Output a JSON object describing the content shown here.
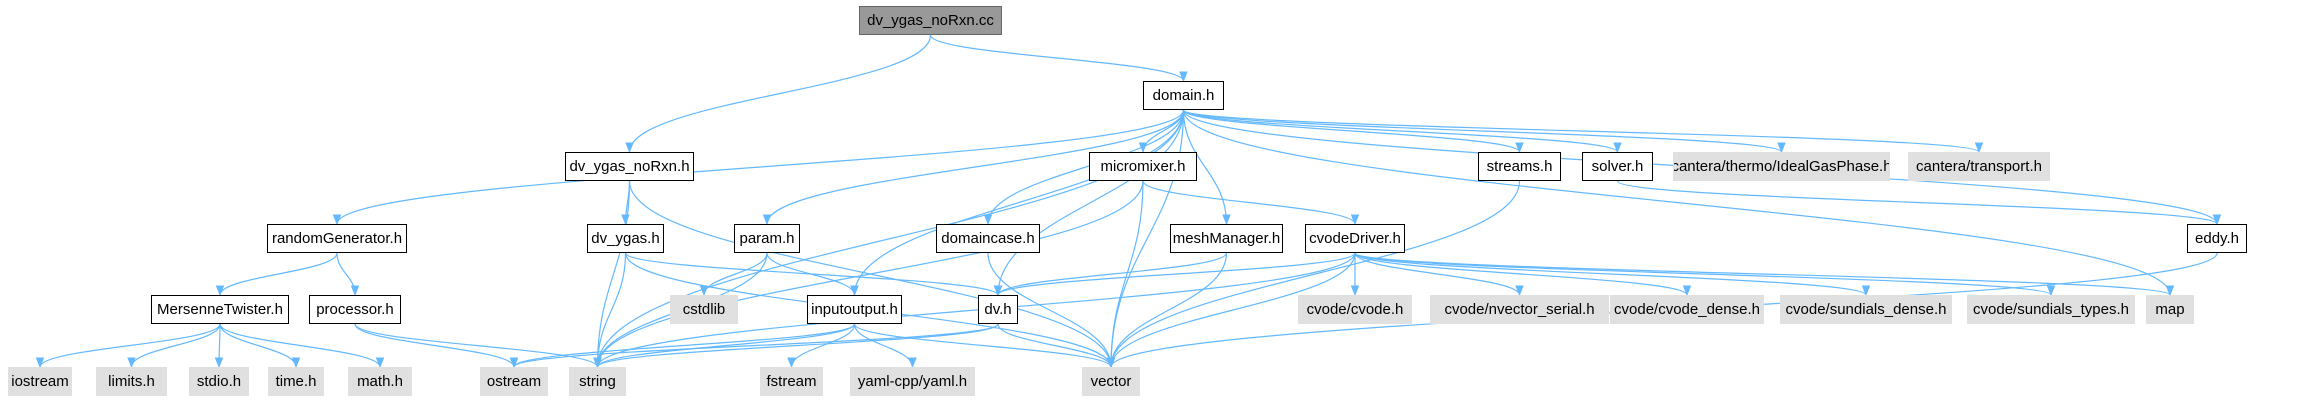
{
  "title": "dv_ygas_noRxn.cc",
  "colors": {
    "edge": "#63b8ff",
    "root_fill": "#999999",
    "external_fill": "#e0e0e0",
    "node_border": "#000000"
  },
  "nodes": [
    {
      "id": "root",
      "label": "dv_ygas_noRxn.cc",
      "kind": "root"
    },
    {
      "id": "domain",
      "label": "domain.h",
      "kind": "internal"
    },
    {
      "id": "dv_ygas_noRxn",
      "label": "dv_ygas_noRxn.h",
      "kind": "internal"
    },
    {
      "id": "micromixer",
      "label": "micromixer.h",
      "kind": "internal"
    },
    {
      "id": "streams",
      "label": "streams.h",
      "kind": "internal"
    },
    {
      "id": "solver",
      "label": "solver.h",
      "kind": "internal"
    },
    {
      "id": "idealgas",
      "label": "cantera/thermo/IdealGasPhase.h",
      "kind": "external"
    },
    {
      "id": "transport",
      "label": "cantera/transport.h",
      "kind": "external"
    },
    {
      "id": "randomGenerator",
      "label": "randomGenerator.h",
      "kind": "internal"
    },
    {
      "id": "dv_ygas",
      "label": "dv_ygas.h",
      "kind": "internal"
    },
    {
      "id": "param",
      "label": "param.h",
      "kind": "internal"
    },
    {
      "id": "domaincase",
      "label": "domaincase.h",
      "kind": "internal"
    },
    {
      "id": "meshManager",
      "label": "meshManager.h",
      "kind": "internal"
    },
    {
      "id": "cvodeDriver",
      "label": "cvodeDriver.h",
      "kind": "internal"
    },
    {
      "id": "eddy",
      "label": "eddy.h",
      "kind": "internal"
    },
    {
      "id": "MersenneTwister",
      "label": "MersenneTwister.h",
      "kind": "internal"
    },
    {
      "id": "processor",
      "label": "processor.h",
      "kind": "internal"
    },
    {
      "id": "cstdlib",
      "label": "cstdlib",
      "kind": "external"
    },
    {
      "id": "inputoutput",
      "label": "inputoutput.h",
      "kind": "internal"
    },
    {
      "id": "dv",
      "label": "dv.h",
      "kind": "internal"
    },
    {
      "id": "cvode_cvode",
      "label": "cvode/cvode.h",
      "kind": "external"
    },
    {
      "id": "nvector_serial",
      "label": "cvode/nvector_serial.h",
      "kind": "external"
    },
    {
      "id": "cvode_dense",
      "label": "cvode/cvode_dense.h",
      "kind": "external"
    },
    {
      "id": "sundials_dense",
      "label": "cvode/sundials_dense.h",
      "kind": "external"
    },
    {
      "id": "sundials_types",
      "label": "cvode/sundials_types.h",
      "kind": "external"
    },
    {
      "id": "map",
      "label": "map",
      "kind": "external"
    },
    {
      "id": "iostream",
      "label": "iostream",
      "kind": "external"
    },
    {
      "id": "limits",
      "label": "limits.h",
      "kind": "external"
    },
    {
      "id": "stdio",
      "label": "stdio.h",
      "kind": "external"
    },
    {
      "id": "time",
      "label": "time.h",
      "kind": "external"
    },
    {
      "id": "math",
      "label": "math.h",
      "kind": "external"
    },
    {
      "id": "ostream",
      "label": "ostream",
      "kind": "external"
    },
    {
      "id": "string",
      "label": "string",
      "kind": "external"
    },
    {
      "id": "fstream",
      "label": "fstream",
      "kind": "external"
    },
    {
      "id": "yaml",
      "label": "yaml-cpp/yaml.h",
      "kind": "external"
    },
    {
      "id": "vector",
      "label": "vector",
      "kind": "external"
    }
  ],
  "edges": [
    [
      "root",
      "domain"
    ],
    [
      "root",
      "dv_ygas_noRxn"
    ],
    [
      "domain",
      "randomGenerator"
    ],
    [
      "domain",
      "string"
    ],
    [
      "domain",
      "param"
    ],
    [
      "domain",
      "inputoutput"
    ],
    [
      "domain",
      "dv"
    ],
    [
      "domain",
      "domaincase"
    ],
    [
      "domain",
      "micromixer"
    ],
    [
      "domain",
      "meshManager"
    ],
    [
      "domain",
      "streams"
    ],
    [
      "domain",
      "solver"
    ],
    [
      "domain",
      "idealgas"
    ],
    [
      "domain",
      "transport"
    ],
    [
      "domain",
      "eddy"
    ],
    [
      "domain",
      "vector"
    ],
    [
      "domain",
      "map"
    ],
    [
      "dv_ygas_noRxn",
      "dv_ygas"
    ],
    [
      "dv_ygas_noRxn",
      "string"
    ],
    [
      "dv_ygas_noRxn",
      "vector"
    ],
    [
      "randomGenerator",
      "MersenneTwister"
    ],
    [
      "randomGenerator",
      "processor"
    ],
    [
      "MersenneTwister",
      "iostream"
    ],
    [
      "MersenneTwister",
      "limits"
    ],
    [
      "MersenneTwister",
      "stdio"
    ],
    [
      "MersenneTwister",
      "time"
    ],
    [
      "MersenneTwister",
      "math"
    ],
    [
      "processor",
      "ostream"
    ],
    [
      "processor",
      "string"
    ],
    [
      "dv_ygas",
      "string"
    ],
    [
      "dv_ygas",
      "dv"
    ],
    [
      "dv_ygas",
      "vector"
    ],
    [
      "param",
      "cstdlib"
    ],
    [
      "param",
      "string"
    ],
    [
      "param",
      "inputoutput"
    ],
    [
      "inputoutput",
      "ostream"
    ],
    [
      "inputoutput",
      "string"
    ],
    [
      "inputoutput",
      "fstream"
    ],
    [
      "inputoutput",
      "yaml"
    ],
    [
      "inputoutput",
      "vector"
    ],
    [
      "domaincase",
      "vector"
    ],
    [
      "micromixer",
      "cvodeDriver"
    ],
    [
      "micromixer",
      "vector"
    ],
    [
      "micromixer",
      "string"
    ],
    [
      "meshManager",
      "dv"
    ],
    [
      "meshManager",
      "vector"
    ],
    [
      "cvodeDriver",
      "dv"
    ],
    [
      "cvodeDriver",
      "cvode_cvode"
    ],
    [
      "cvodeDriver",
      "nvector_serial"
    ],
    [
      "cvodeDriver",
      "cvode_dense"
    ],
    [
      "cvodeDriver",
      "sundials_dense"
    ],
    [
      "cvodeDriver",
      "sundials_types"
    ],
    [
      "cvodeDriver",
      "map"
    ],
    [
      "cvodeDriver",
      "vector"
    ],
    [
      "cvodeDriver",
      "string"
    ],
    [
      "dv",
      "vector"
    ],
    [
      "dv",
      "string"
    ],
    [
      "dv",
      "ostream"
    ],
    [
      "streams",
      "vector"
    ],
    [
      "solver",
      "eddy"
    ],
    [
      "eddy",
      "vector"
    ]
  ]
}
